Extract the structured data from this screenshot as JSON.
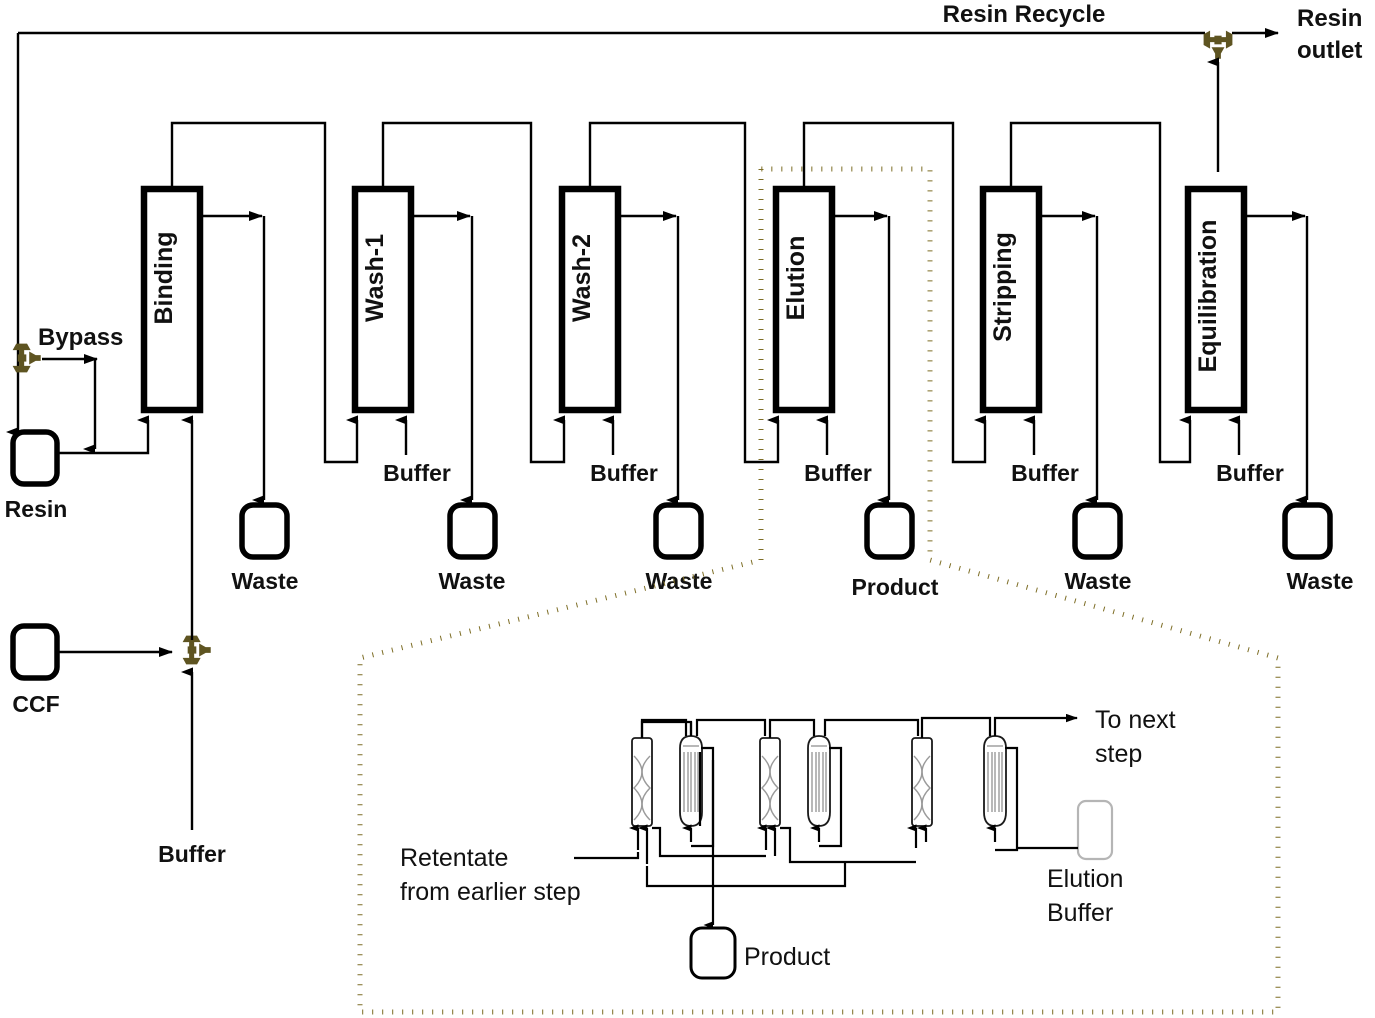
{
  "diagram": {
    "title": "Multi-column continuous chromatography process flow diagram",
    "top_labels": {
      "resin_recycle": "Resin Recycle",
      "resin_outlet_line1": "Resin",
      "resin_outlet_line2": "outlet",
      "bypass": "Bypass"
    },
    "columns": [
      {
        "id": "binding",
        "label": "Binding"
      },
      {
        "id": "wash-1",
        "label": "Wash-1"
      },
      {
        "id": "wash-2",
        "label": "Wash-2"
      },
      {
        "id": "elution",
        "label": "Elution"
      },
      {
        "id": "stripping",
        "label": "Stripping"
      },
      {
        "id": "equilibration",
        "label": "Equilibration"
      }
    ],
    "buffer_label": "Buffer",
    "buffer_inlets": [
      {
        "for": "wash-1",
        "label": "Buffer"
      },
      {
        "for": "wash-2",
        "label": "Buffer"
      },
      {
        "for": "elution",
        "label": "Buffer"
      },
      {
        "for": "stripping",
        "label": "Buffer"
      },
      {
        "for": "equilibration",
        "label": "Buffer"
      }
    ],
    "feed_buffer_label": "Buffer",
    "vessels": [
      {
        "id": "resin",
        "label": "Resin"
      },
      {
        "id": "ccf",
        "label": "CCF"
      },
      {
        "id": "waste-binding",
        "label": "Waste"
      },
      {
        "id": "waste-wash1",
        "label": "Waste"
      },
      {
        "id": "waste-wash2",
        "label": "Waste"
      },
      {
        "id": "product",
        "label": "Product"
      },
      {
        "id": "waste-stripping",
        "label": "Waste"
      },
      {
        "id": "waste-equil",
        "label": "Waste"
      }
    ],
    "valves": [
      {
        "id": "resin-outlet-valve",
        "name": "three-way-valve"
      },
      {
        "id": "bypass-valve",
        "name": "three-way-valve"
      },
      {
        "id": "ccf-buffer-valve",
        "name": "three-way-valve"
      }
    ],
    "inset": {
      "caption_retentate_line1": "Retentate",
      "caption_retentate_line2": "from earlier step",
      "to_next_step_line1": "To next",
      "to_next_step_line2": "step",
      "elution_buffer_line1": "Elution",
      "elution_buffer_line2": "Buffer",
      "product_label": "Product",
      "units": [
        {
          "id": "mixer-1",
          "type": "static-mixer"
        },
        {
          "id": "membrane-1",
          "type": "membrane-module"
        },
        {
          "id": "mixer-2",
          "type": "static-mixer"
        },
        {
          "id": "membrane-2",
          "type": "membrane-module"
        },
        {
          "id": "mixer-3",
          "type": "static-mixer"
        },
        {
          "id": "membrane-3",
          "type": "membrane-module"
        }
      ]
    },
    "colors": {
      "line": "#000000",
      "valve": "#5e5421",
      "dotted_highlight": "#7d6d25",
      "background": "#ffffff",
      "text": "#111111"
    }
  }
}
